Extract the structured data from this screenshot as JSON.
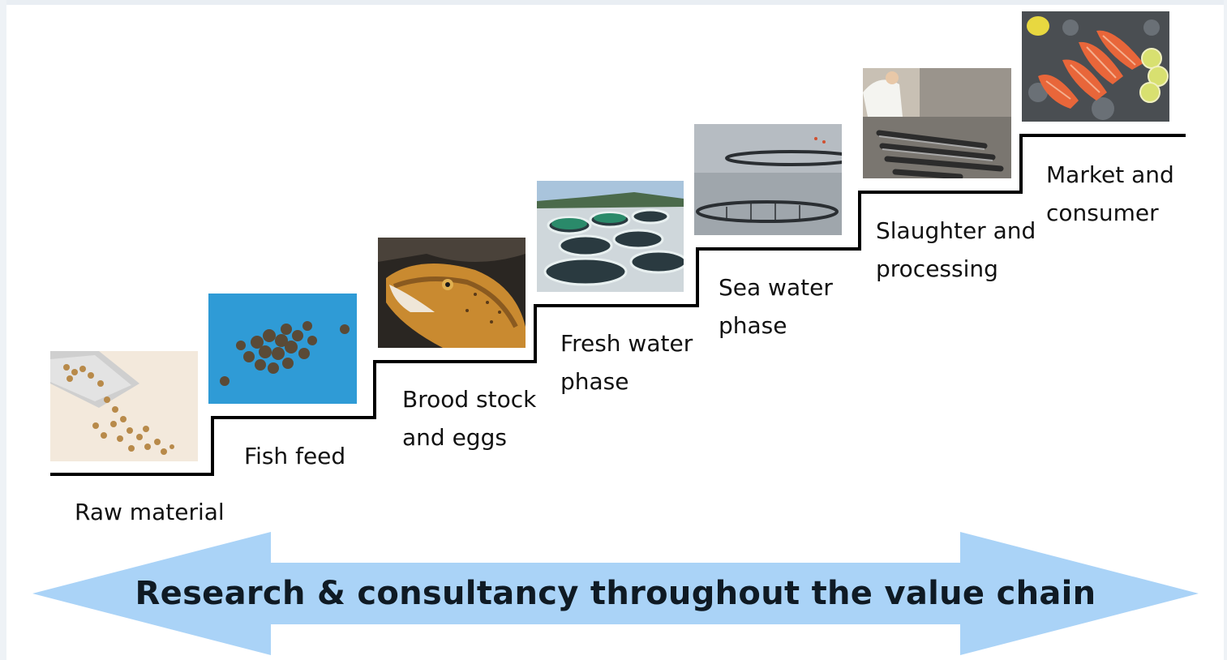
{
  "steps": [
    {
      "id": "raw-material",
      "label_lines": [
        "Raw material"
      ]
    },
    {
      "id": "fish-feed",
      "label_lines": [
        "Fish feed"
      ]
    },
    {
      "id": "brood-stock",
      "label_lines": [
        "Brood stock",
        "and eggs"
      ]
    },
    {
      "id": "fresh-water",
      "label_lines": [
        "Fresh water",
        "phase"
      ]
    },
    {
      "id": "sea-water",
      "label_lines": [
        "Sea water",
        "phase"
      ]
    },
    {
      "id": "slaughter",
      "label_lines": [
        "Slaughter and",
        "processing"
      ]
    },
    {
      "id": "market",
      "label_lines": [
        "Market and",
        "consumer"
      ]
    }
  ],
  "banner": {
    "text": "Research & consultancy throughout the value chain",
    "color": "#aad3f7"
  }
}
